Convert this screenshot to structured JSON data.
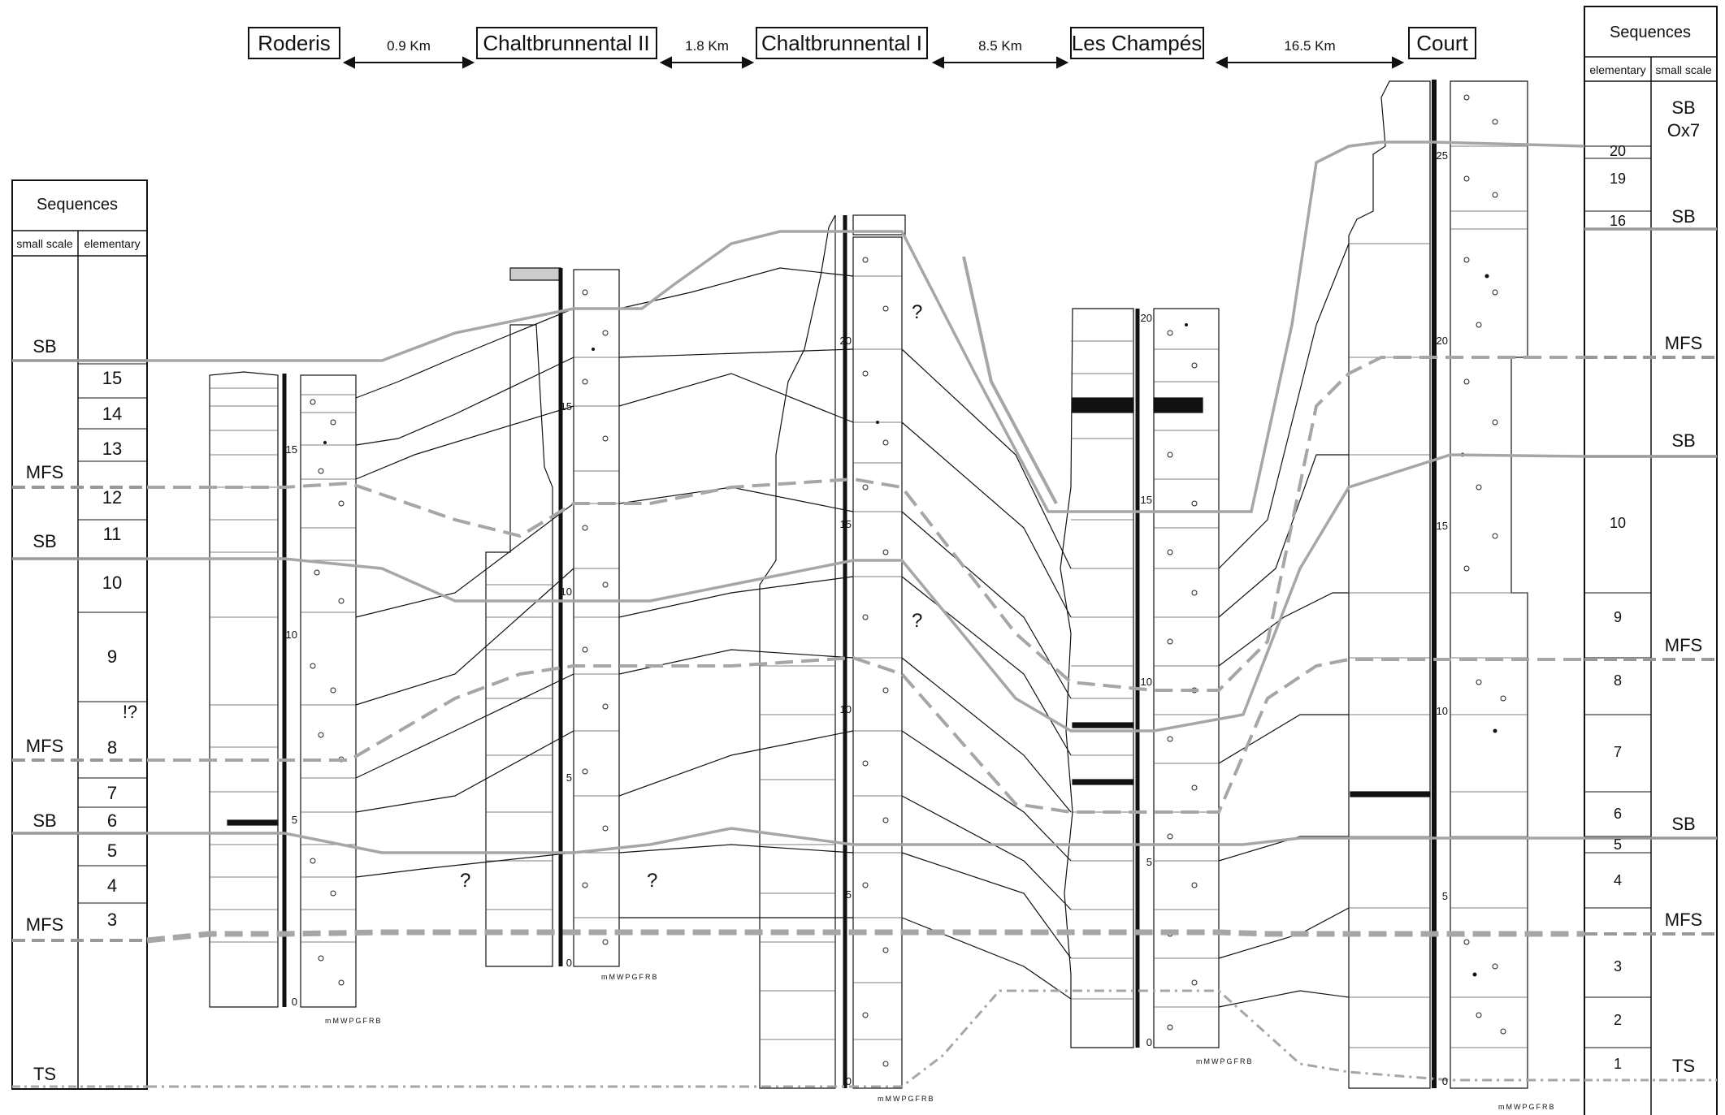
{
  "sections": [
    {
      "name": "Roderis"
    },
    {
      "name": "Chaltbrunnental II"
    },
    {
      "name": "Chaltbrunnental I"
    },
    {
      "name": "Les Champés"
    },
    {
      "name": "Court"
    }
  ],
  "distances": [
    "0.9 Km",
    "1.8 Km",
    "8.5 Km",
    "16.5 Km"
  ],
  "left_panel": {
    "title": "Sequences",
    "col_small": "small scale",
    "col_elem": "elementary",
    "small_labels": [
      "SB",
      "MFS",
      "SB",
      "MFS",
      "SB",
      "MFS",
      "TS"
    ],
    "elem_labels": [
      "15",
      "14",
      "13",
      "12",
      "11",
      "10",
      "9",
      "!?",
      "8",
      "7",
      "6",
      "5",
      "4",
      "3"
    ]
  },
  "right_panel": {
    "title": "Sequences",
    "col_elem": "elementary",
    "col_small": "small scale",
    "small_labels": [
      "SB",
      "Ox7",
      "SB",
      "MFS",
      "SB",
      "MFS",
      "SB",
      "MFS",
      "TS"
    ],
    "elem_labels": [
      "20",
      "19",
      "16",
      "10",
      "9",
      "8",
      "7",
      "6",
      "5",
      "4",
      "3",
      "2",
      "1"
    ]
  },
  "scales": {
    "roderis": [
      "15",
      "10",
      "5",
      "0"
    ],
    "chalt2": [
      "15",
      "10",
      "5",
      "0"
    ],
    "chalt1": [
      "20",
      "15",
      "10",
      "5",
      "0"
    ],
    "champes": [
      "20",
      "15",
      "10",
      "5",
      "0"
    ],
    "court": [
      "25",
      "20",
      "15",
      "10",
      "5",
      "0"
    ]
  },
  "texture_legend": "mMWPGFRB",
  "uncertain": [
    "?",
    "?",
    "?",
    "?"
  ]
}
